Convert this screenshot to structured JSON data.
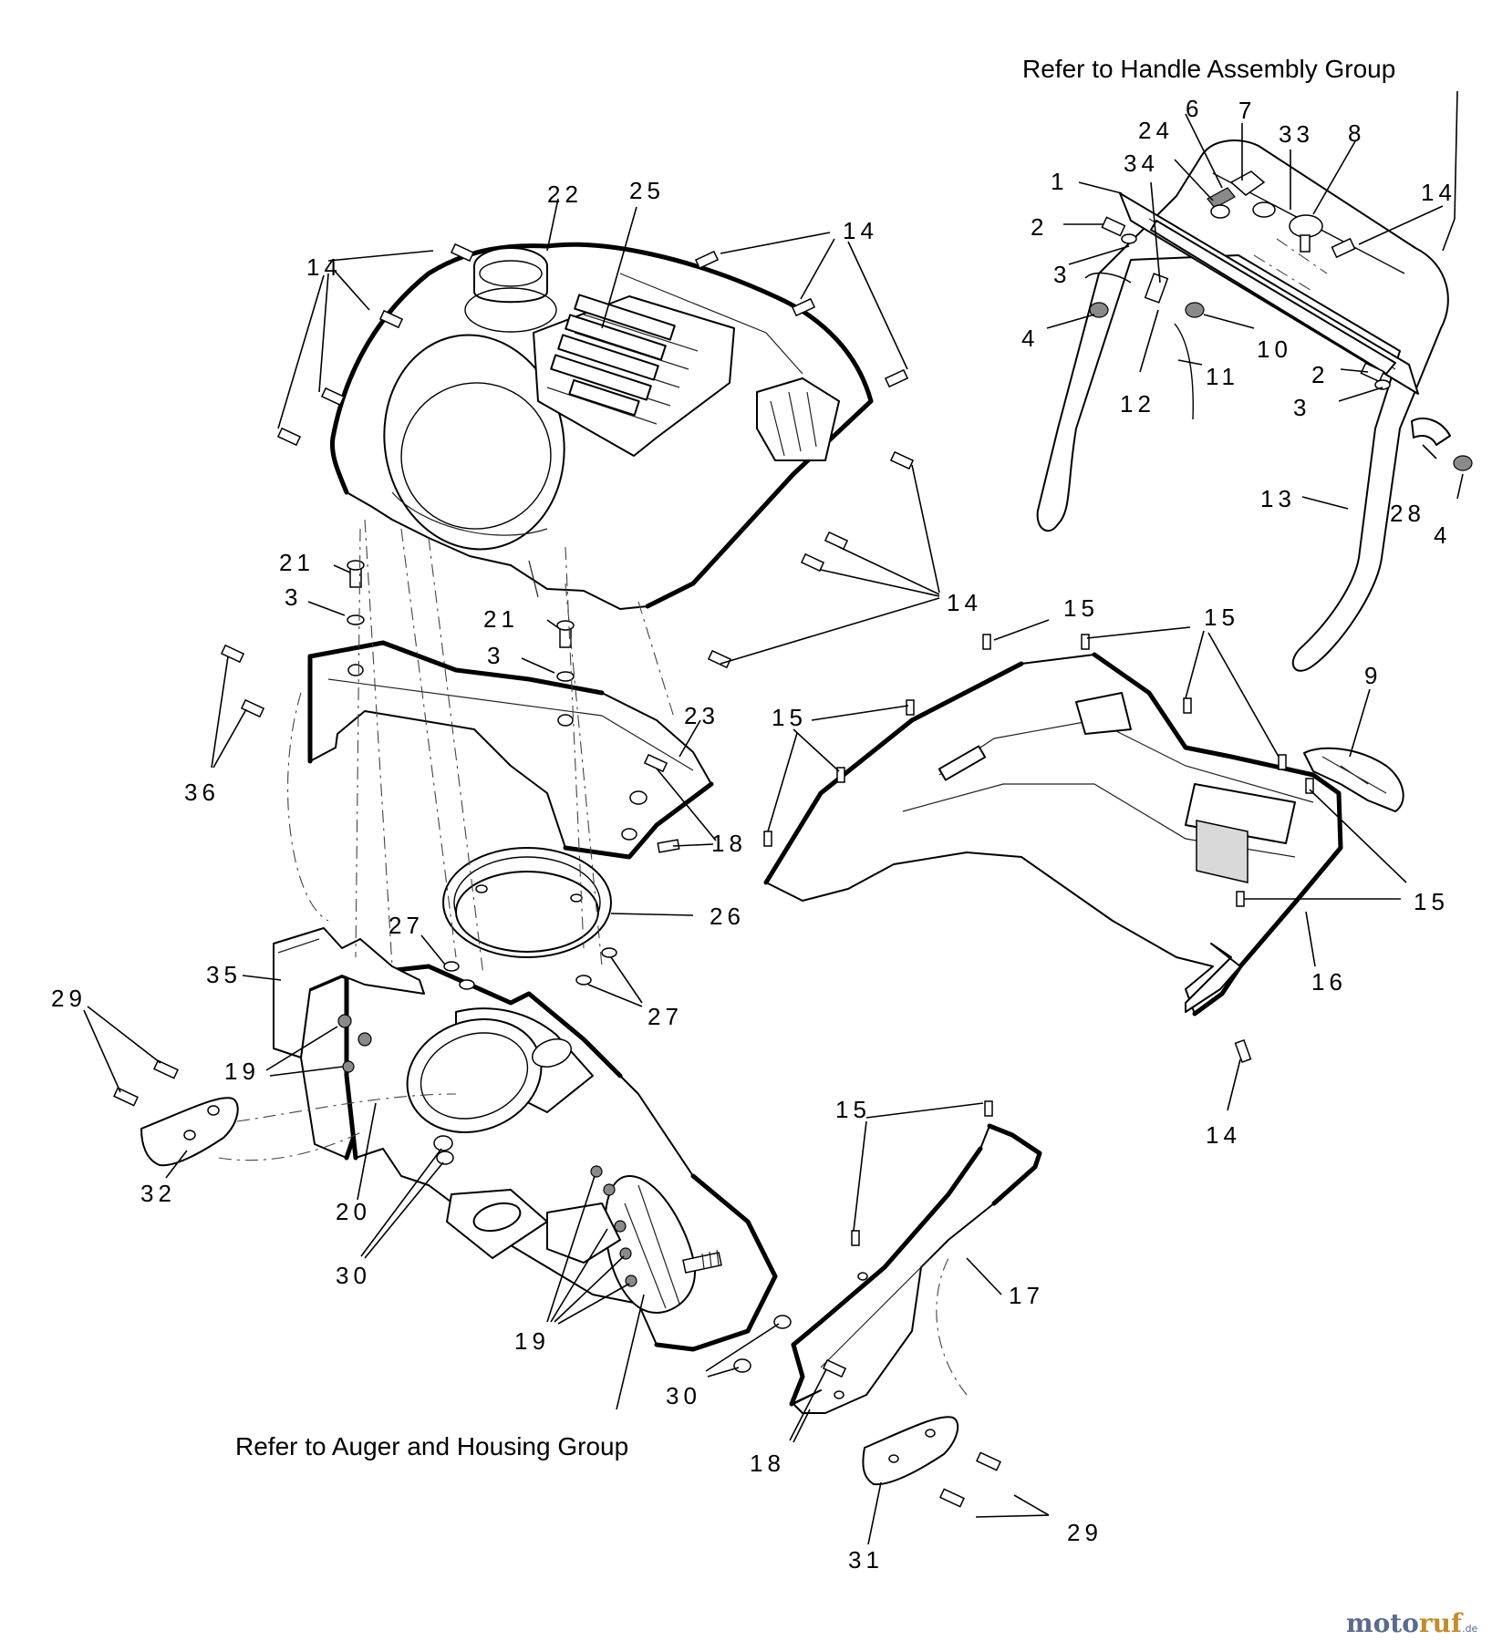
{
  "notes": {
    "handle_reference": "Refer to Handle Assembly Group",
    "auger_reference": "Refer to Auger and Housing Group"
  },
  "callouts": {
    "c1": "1",
    "c2a": "2",
    "c2b": "2",
    "c3a": "3",
    "c3b": "3",
    "c3c": "3",
    "c3d": "3",
    "c4a": "4",
    "c4b": "4",
    "c6": "6",
    "c7": "7",
    "c8": "8",
    "c9": "9",
    "c10": "10",
    "c11": "11",
    "c12": "12",
    "c13": "13",
    "c14a": "14",
    "c14b": "14",
    "c14c": "14",
    "c14d": "14",
    "c14e": "14",
    "c15a": "15",
    "c15b": "15",
    "c15c": "15",
    "c15d": "15",
    "c15e": "15",
    "c16": "16",
    "c17": "17",
    "c18a": "18",
    "c18b": "18",
    "c19a": "19",
    "c19b": "19",
    "c20": "20",
    "c21a": "21",
    "c21b": "21",
    "c22": "22",
    "c23": "23",
    "c24": "24",
    "c25": "25",
    "c26": "26",
    "c27a": "27",
    "c27b": "27",
    "c28": "28",
    "c29a": "29",
    "c29b": "29",
    "c30a": "30",
    "c30b": "30",
    "c31": "31",
    "c32": "32",
    "c33": "33",
    "c34": "34",
    "c35": "35",
    "c36": "36"
  },
  "watermark": {
    "part1": "moto",
    "part2": "ruf",
    "suffix": ".de"
  }
}
